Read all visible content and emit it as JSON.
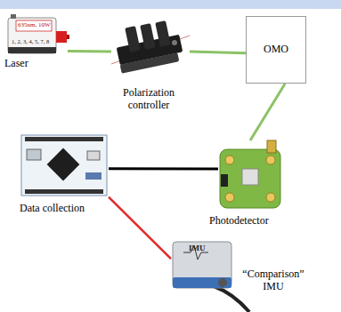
{
  "diagram": {
    "nodes": [
      {
        "text": [
          "635nm, 10W",
          "1, 2, 3, 4, 5, 7, 8",
          "Laser"
        ]
      },
      {
        "text": [
          "Polarization controller"
        ]
      },
      {
        "text": [
          "OMO"
        ]
      },
      {
        "text": [
          "Photodetector"
        ]
      },
      {
        "text": [
          "Data collection"
        ]
      },
      {
        "text": [
          "IMU",
          "“Comparison” IMU"
        ]
      }
    ],
    "edges": [
      {
        "from": 0,
        "to": 1,
        "arrow": "none"
      },
      {
        "from": 1,
        "to": 2,
        "arrow": "none"
      },
      {
        "from": 2,
        "to": 3,
        "arrow": "none"
      },
      {
        "from": 3,
        "to": 4,
        "arrow": "none"
      },
      {
        "from": 5,
        "to": 4,
        "arrow": "none"
      }
    ]
  }
}
